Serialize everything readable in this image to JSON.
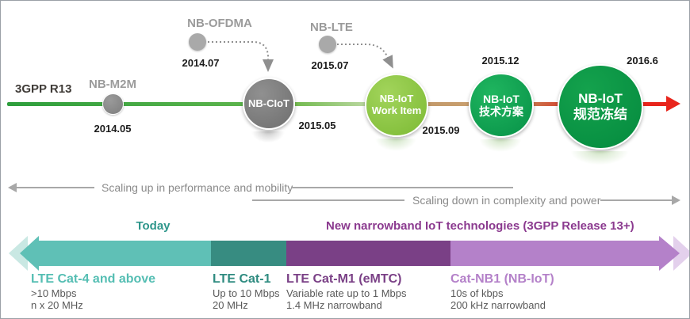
{
  "header": {
    "track_label": "3GPP R13"
  },
  "timeline": {
    "milestones": [
      {
        "id": "nb-m2m",
        "label": "NB-M2M",
        "date": "2014.05"
      },
      {
        "id": "nb-ofdma",
        "label": "NB-OFDMA",
        "date": "2014.07"
      },
      {
        "id": "nb-ciot",
        "label": "NB-CIoT",
        "date": "2015.05"
      },
      {
        "id": "nb-lte",
        "label": "NB-LTE",
        "date": "2015.07"
      },
      {
        "id": "nb-work-item",
        "label": "NB-IoT",
        "label2": "Work Item",
        "date": "2015.09"
      },
      {
        "id": "nb-tech",
        "label": "NB-IoT",
        "label2": "技术方案",
        "date": "2015.12"
      },
      {
        "id": "nb-freeze",
        "label": "NB-IoT",
        "label2": "规范冻结",
        "date": "2016.6"
      }
    ]
  },
  "scaling": {
    "up_label": "Scaling up in performance and mobility",
    "down_label": "Scaling down in complexity and power"
  },
  "band_header": {
    "today_label": "Today",
    "new_tech_label": "New narrowband IoT technologies (3GPP Release 13+)"
  },
  "categories": [
    {
      "title": "LTE Cat-4 and above",
      "spec1": ">10 Mbps",
      "spec2": "n x 20 MHz"
    },
    {
      "title": "LTE Cat-1",
      "spec1": "Up to 10 Mbps",
      "spec2": "20 MHz"
    },
    {
      "title": "LTE Cat-M1 (eMTC)",
      "spec1": "Variable rate up to 1 Mbps",
      "spec2": "1.4 MHz narrowband"
    },
    {
      "title": "Cat-NB1 (NB-IoT)",
      "spec1": "10s of kbps",
      "spec2": "200 kHz narrowband"
    }
  ],
  "colors": {
    "timeline_green": "#2d9e3c",
    "timeline_tan": "#c49a6c",
    "timeline_red": "#e8251c",
    "circle_gray": "#7f7f7f",
    "circle_light_green": "#8dc63f",
    "circle_green": "#0ea552",
    "circle_dark_green": "#069243",
    "bar_light_teal": "#5fc0b6",
    "bar_dark_teal": "#378c81",
    "bar_dark_purple": "#7a4086",
    "bar_light_purple": "#b481c9"
  }
}
